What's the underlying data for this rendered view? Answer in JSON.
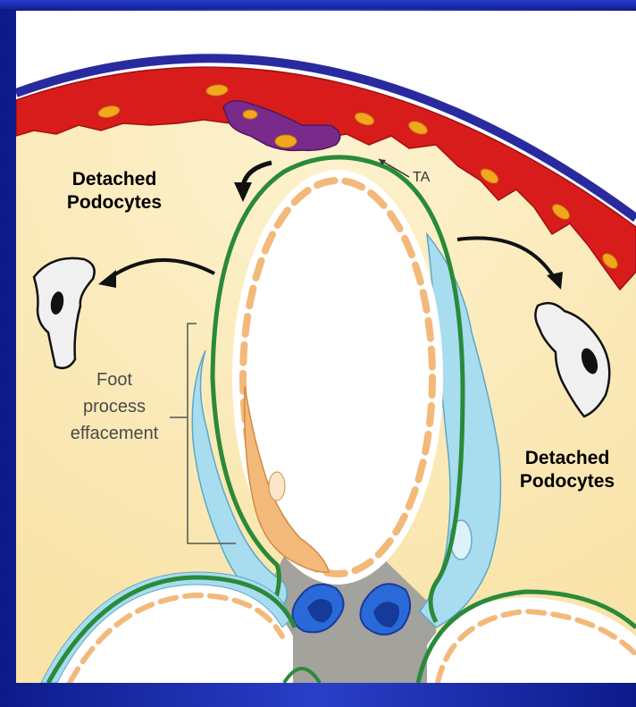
{
  "labels": {
    "detached_left_line1": "Detached",
    "detached_left_line2": "Podocytes",
    "detached_right_line1": "Detached",
    "detached_right_line2": "Podocytes",
    "foot_line1": "Foot",
    "foot_line2": "process",
    "foot_line3": "effacement",
    "ta": "TA"
  },
  "colors": {
    "slide_background": "#1a2bb0",
    "panel_background": "#fdf0c8",
    "capillary_membrane": "#2a8a3a",
    "endothelium_dash": "#f3b97a",
    "podocyte_foot": "#a8dcef",
    "parietal_cells": "#d81c1c",
    "parietal_nuclei": "#f2a81c",
    "basement_membrane_outer": "#2a2aa0",
    "transitional_cell": "#7a2a8a",
    "mesangium": "#9a9a9a",
    "mesangial_nuclei": "#2a6ad8",
    "detached_cell": "#f0f0f0"
  }
}
